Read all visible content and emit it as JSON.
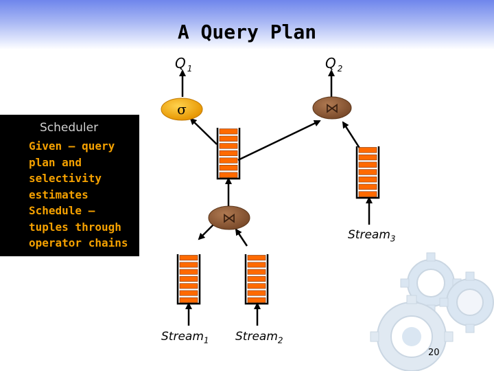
{
  "title": "A Query Plan",
  "queries": {
    "q1": "Q",
    "q1_sub": "1",
    "q2": "Q",
    "q2_sub": "2"
  },
  "operators": {
    "select": "σ",
    "join_top": "⋈",
    "join_bottom": "⋈"
  },
  "streams": [
    {
      "name": "Stream",
      "sub": "1"
    },
    {
      "name": "Stream",
      "sub": "2"
    },
    {
      "name": "Stream",
      "sub": "3"
    }
  ],
  "scheduler": {
    "heading": "Scheduler",
    "body": "Given – query\nplan and\nselectivity\nestimates\nSchedule –\ntuples through\noperator chains"
  },
  "page_number": "20",
  "colors": {
    "queue_fill": "#ff6a00",
    "queue_stroke": "#7a2e00",
    "operator_select": "#f0a800",
    "operator_join": "#8e5a36",
    "sidebox_bg": "#000000",
    "sidebox_text": "#f5a100",
    "header_blue": "#6f86ec"
  },
  "icons": [
    "gears-icon"
  ]
}
